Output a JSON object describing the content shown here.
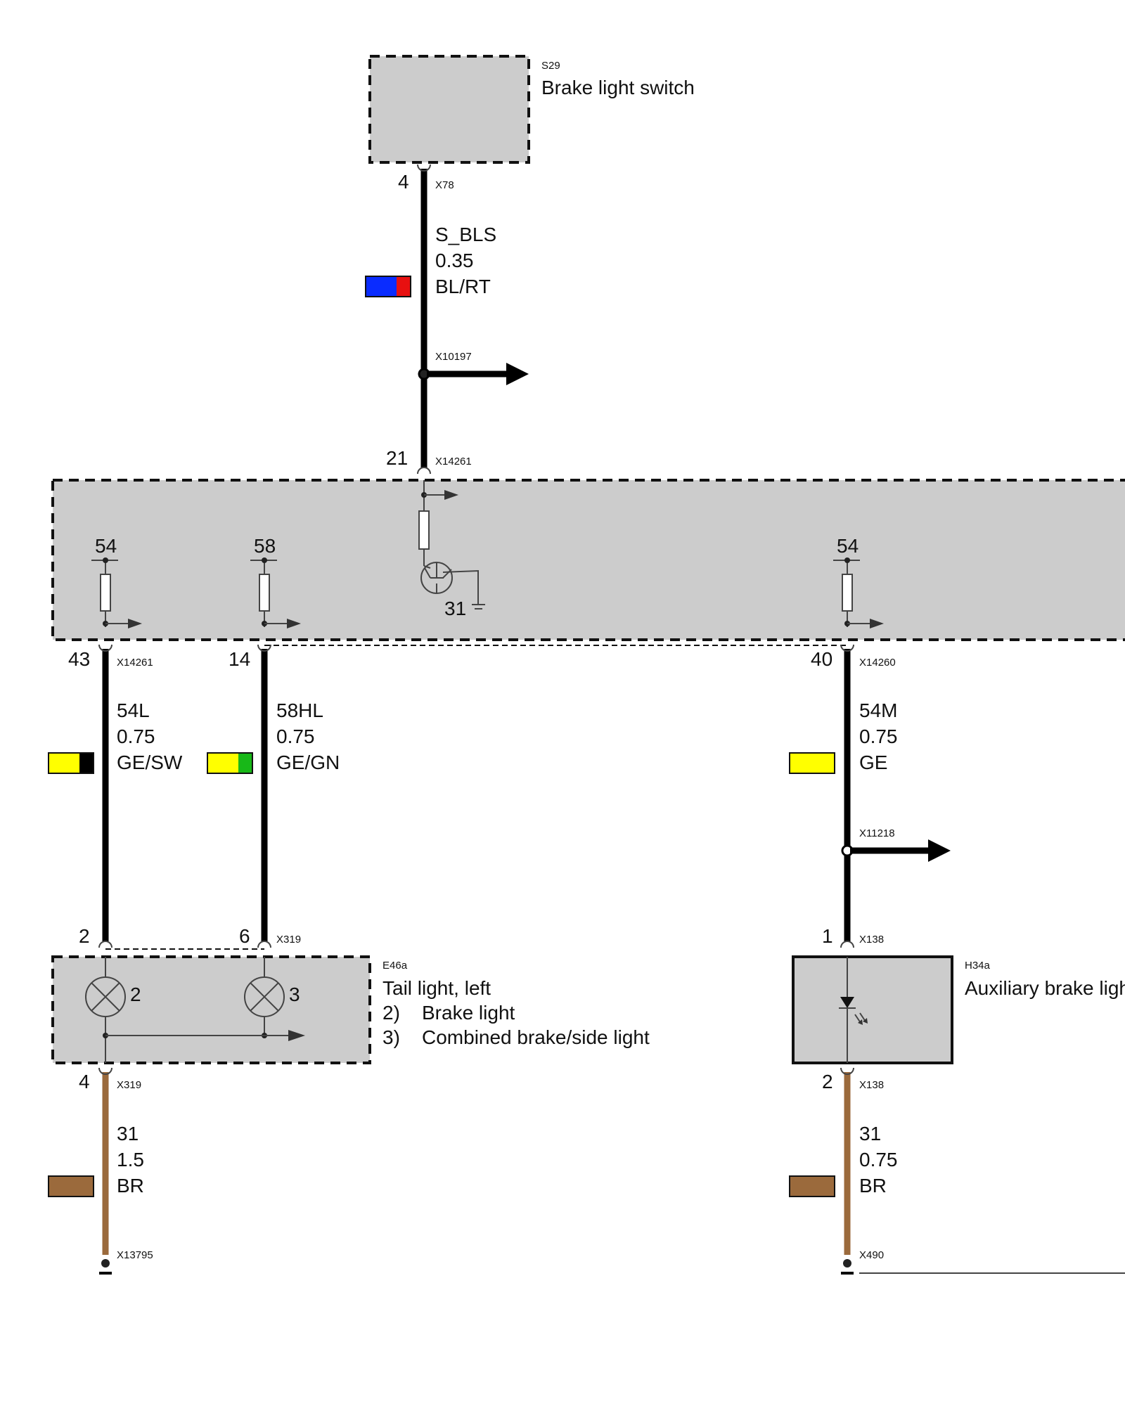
{
  "components": {
    "s29": {
      "code": "S29",
      "name": "Brake light switch"
    },
    "control_unit": {
      "terminal_in": "21",
      "connector_in": "X14261",
      "internal_labels": [
        "54",
        "58",
        "54"
      ],
      "ground_label": "31"
    },
    "e46a": {
      "code": "E46a",
      "name": "Tail light, left",
      "notes": [
        {
          "num": "2)",
          "text": "Brake light"
        },
        {
          "num": "3)",
          "text": "Combined brake/side light"
        }
      ],
      "bulb_labels": [
        "2",
        "3"
      ]
    },
    "h34a": {
      "code": "H34a",
      "name": "Auxiliary brake light"
    }
  },
  "pins": {
    "s29_out": {
      "pin": "4",
      "connector": "X78"
    },
    "splice_top": {
      "connector": "X10197"
    },
    "cu_43": {
      "pin": "43",
      "connector": "X14261"
    },
    "cu_14": {
      "pin": "14"
    },
    "cu_40": {
      "pin": "40",
      "connector": "X14260"
    },
    "splice_right": {
      "connector": "X11218"
    },
    "e46a_2": {
      "pin": "2"
    },
    "e46a_6": {
      "pin": "6",
      "connector": "X319"
    },
    "e46a_4": {
      "pin": "4",
      "connector": "X319"
    },
    "h34a_1": {
      "pin": "1",
      "connector": "X138"
    },
    "h34a_2": {
      "pin": "2",
      "connector": "X138"
    },
    "ground_left": {
      "connector": "X13795"
    },
    "ground_right": {
      "connector": "X490"
    }
  },
  "wires": {
    "w_sbls": {
      "signal": "S_BLS",
      "size": "0.35",
      "color": "BL/RT",
      "swatch": [
        "#0a2cff",
        "#e81010"
      ]
    },
    "w_54l": {
      "signal": "54L",
      "size": "0.75",
      "color": "GE/SW",
      "swatch": [
        "#ffff00",
        "#000000"
      ]
    },
    "w_58hl": {
      "signal": "58HL",
      "size": "0.75",
      "color": "GE/GN",
      "swatch": [
        "#ffff00",
        "#18b818"
      ]
    },
    "w_54m": {
      "signal": "54M",
      "size": "0.75",
      "color": "GE",
      "swatch": [
        "#ffff00"
      ]
    },
    "w_31a": {
      "signal": "31",
      "size": "1.5",
      "color": "BR",
      "swatch": [
        "#9b6a3c"
      ]
    },
    "w_31b": {
      "signal": "31",
      "size": "0.75",
      "color": "BR",
      "swatch": [
        "#9b6a3c"
      ]
    }
  }
}
